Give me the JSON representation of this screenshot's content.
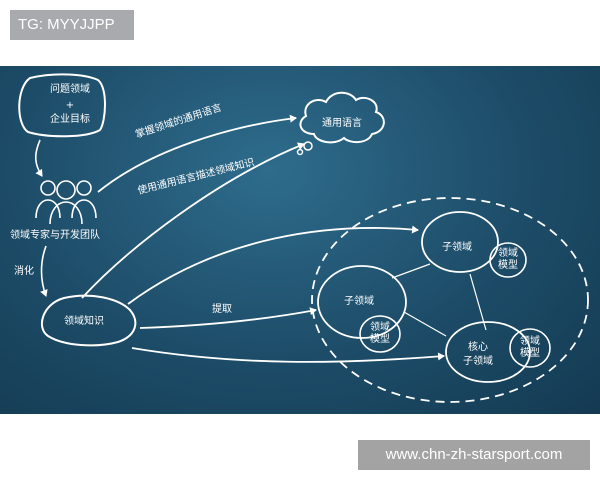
{
  "tag_label": "TG: MYYJJPP",
  "watermark_url": "www.chn-zh-starsport.com",
  "diagram": {
    "problem_box": {
      "line1": "问题领域",
      "line2": "+",
      "line3": "企业目标"
    },
    "team_label": "领域专家与开发团队",
    "digest_label": "消化",
    "knowledge_label": "领域知识",
    "cloud_label": "通用语言",
    "arrow_master_label": "掌握领域的通用语言",
    "arrow_describe_label": "使用通用语言描述领域知识",
    "arrow_extract_label": "提取",
    "subdomain_top": {
      "title": "子领域",
      "model_line1": "领域",
      "model_line2": "模型"
    },
    "subdomain_left": {
      "title": "子领域",
      "model_line1": "领域",
      "model_line2": "模型"
    },
    "subdomain_core": {
      "title_line1": "核心",
      "title_line2": "子领域",
      "model_line1": "领域",
      "model_line2": "模型"
    }
  },
  "colors": {
    "board_bg": "#1d4c68",
    "stroke": "#ffffff",
    "tag_bg": "#a9aaad",
    "url_bg": "#a3a3a3"
  }
}
